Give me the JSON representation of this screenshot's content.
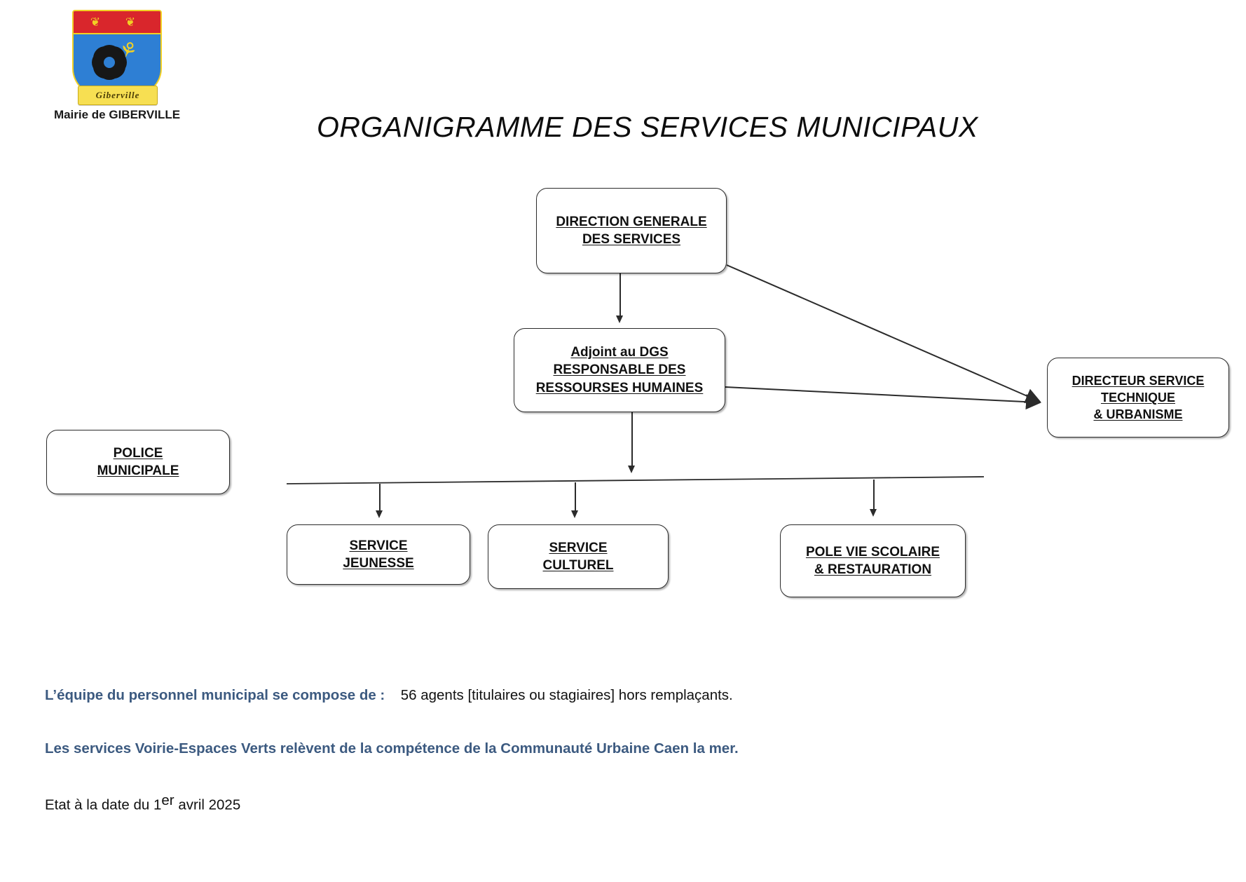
{
  "logo": {
    "banner_text": "Giberville",
    "caption": "Mairie de GIBERVILLE",
    "lion_glyph": "❦",
    "wheat_glyph": "⚘",
    "colors": {
      "chief_red": "#d9262c",
      "field_blue": "#2e7fd4",
      "gold": "#f2d024",
      "banner_yellow": "#f7df52",
      "gear_black": "#171717"
    }
  },
  "title": "ORGANIGRAMME DES SERVICES MUNICIPAUX",
  "nodes": {
    "dgs": {
      "line1": "DIRECTION GENERALE",
      "line2": "DES SERVICES"
    },
    "adjoint": {
      "line1": "Adjoint au DGS",
      "line2": "RESPONSABLE DES",
      "line3": "RESSOURSES HUMAINES"
    },
    "technique": {
      "line1": "DIRECTEUR SERVICE",
      "line2": "TECHNIQUE",
      "line3": "& URBANISME"
    },
    "police": {
      "line1": "POLICE",
      "line2": "MUNICIPALE"
    },
    "jeunesse": {
      "line1": "SERVICE",
      "line2": "JEUNESSE"
    },
    "culturel": {
      "line1": "SERVICE",
      "line2": "CULTUREL"
    },
    "scolaire": {
      "line1": "POLE VIE SCOLAIRE",
      "line2": "& RESTAURATION"
    }
  },
  "footer": {
    "line1_label": "L’équipe du personnel municipal se compose de :",
    "line1_value": "56 agents [titulaires ou stagiaires] hors remplaçants.",
    "line2": "Les services Voirie-Espaces Verts relèvent de la compétence de la Communauté Urbaine Caen la mer.",
    "line3_prefix": "Etat à la date du 1",
    "line3_sup": "er",
    "line3_suffix": " avril 2025",
    "accent_color": "#3c5a80"
  }
}
